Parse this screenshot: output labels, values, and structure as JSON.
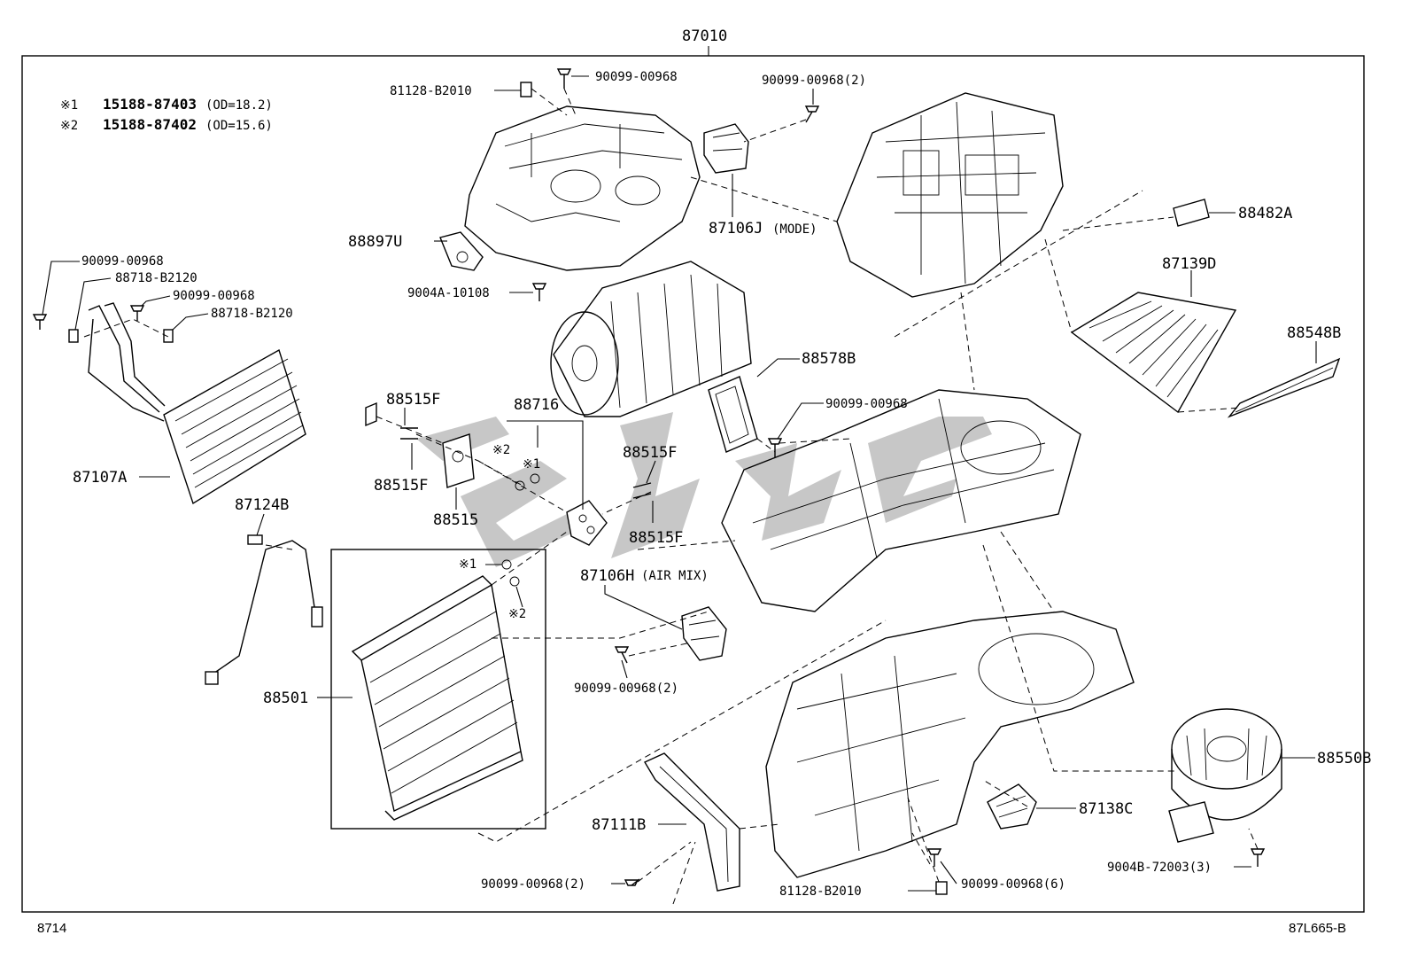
{
  "diagram": {
    "assembly_label": "87010",
    "footer_left": "8714",
    "footer_right": "87L665-B",
    "notes": [
      {
        "mark": "※1",
        "part": "15188-87403",
        "spec": "(OD=18.2)"
      },
      {
        "mark": "※2",
        "part": "15188-87402",
        "spec": "(OD=15.6)"
      }
    ],
    "labels": {
      "p81128_top": "81128-B2010",
      "p90099_top": "90099-00968",
      "p90099_top2": "90099-00968(2)",
      "p88897U": "88897U",
      "p87106J": "87106J",
      "p87106J_note": "(MODE)",
      "p9004A": "9004A-10108",
      "p88482A": "88482A",
      "p87139D": "87139D",
      "p88548B": "88548B",
      "p90099_left1": "90099-00968",
      "p88718_1": "88718-B2120",
      "p90099_left2": "90099-00968",
      "p88718_2": "88718-B2120",
      "p87107A": "87107A",
      "p88578B": "88578B",
      "p88515F_1": "88515F",
      "p88716": "88716",
      "p90099_mid": "90099-00968",
      "p88515F_2": "88515F",
      "p88515F_3": "88515F",
      "p88515F_4": "88515F",
      "p88515": "88515",
      "mark2_a": "※2",
      "mark1_a": "※1",
      "p87124B": "87124B",
      "mark1_b": "※1",
      "mark2_b": "※2",
      "p87106H": "87106H",
      "p87106H_note": "(AIR MIX)",
      "p88501": "88501",
      "p90099_2b": "90099-00968(2)",
      "p88550B": "88550B",
      "p87138C": "87138C",
      "p87111B": "87111B",
      "p9004B": "9004B-72003(3)",
      "p90099_left_bottom": "90099-00968(2)",
      "p90099_6": "90099-00968(6)",
      "p81128_bottom": "81128-B2010"
    }
  }
}
